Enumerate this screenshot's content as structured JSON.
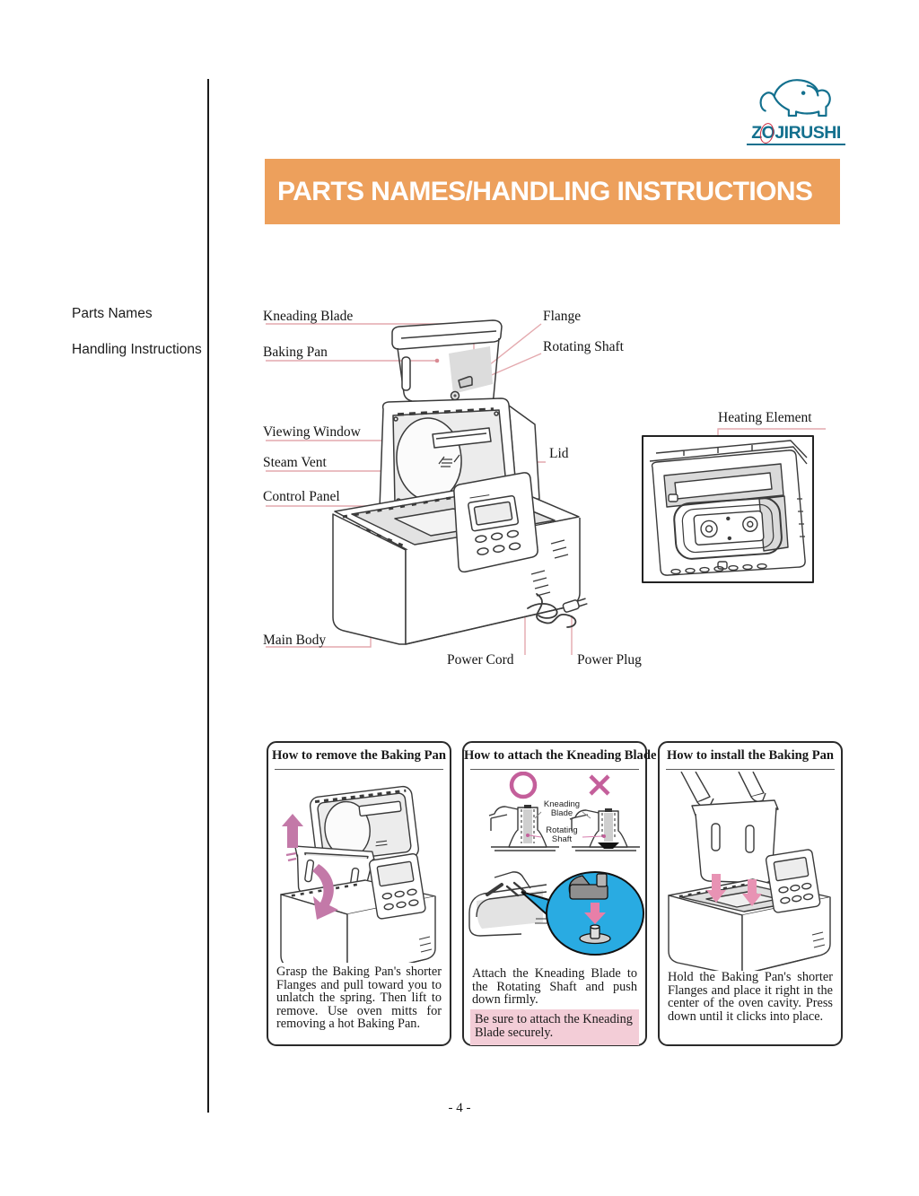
{
  "logo": {
    "brand_z": "Z",
    "brand_o": "O",
    "brand_rest": "JIRUSHI"
  },
  "banner": {
    "title": "PARTS NAMES/HANDLING INSTRUCTIONS"
  },
  "sidebar": {
    "items": [
      {
        "label": "Parts Names"
      },
      {
        "label": "Handling Instructions"
      }
    ]
  },
  "diagram": {
    "labels": {
      "kneading_blade": "Kneading Blade",
      "flange": "Flange",
      "baking_pan": "Baking Pan",
      "rotating_shaft": "Rotating Shaft",
      "viewing_window": "Viewing Window",
      "steam_vent": "Steam Vent",
      "lid": "Lid",
      "control_panel": "Control Panel",
      "heating_element": "Heating Element",
      "main_body": "Main Body",
      "power_cord": "Power Cord",
      "power_plug": "Power Plug"
    }
  },
  "howto": {
    "remove": {
      "title": "How to remove the Baking Pan",
      "body": "Grasp the Baking Pan's shorter Flanges and pull toward you to unlatch the spring. Then lift to remove. Use oven mitts for removing a hot Baking Pan."
    },
    "attach": {
      "title": "How to attach the Kneading Blade",
      "body": "Attach the Kneading Blade to the Rotating Shaft and push down firmly.",
      "note": "Be sure to attach the Kneading Blade securely.",
      "label_kneading_blade": "Kneading\nBlade",
      "label_rotating_shaft": "Rotating\nShaft"
    },
    "install": {
      "title": "How to install the Baking Pan",
      "body": "Hold the Baking Pan's shorter Flanges and place it right in the center of the oven cavity. Press down until it clicks into place."
    }
  },
  "footer": {
    "page_number": "- 4 -"
  },
  "colors": {
    "banner_orange": "#eda05c",
    "logo_teal": "#13708e",
    "logo_accent_red": "#cc2a3e",
    "leader_pink": "#e4a9ae",
    "arrow_pink": "#c379a8",
    "mark_pink": "#c45f9b",
    "callout_blue": "#29abe2",
    "note_pink": "#f3cdd7"
  }
}
